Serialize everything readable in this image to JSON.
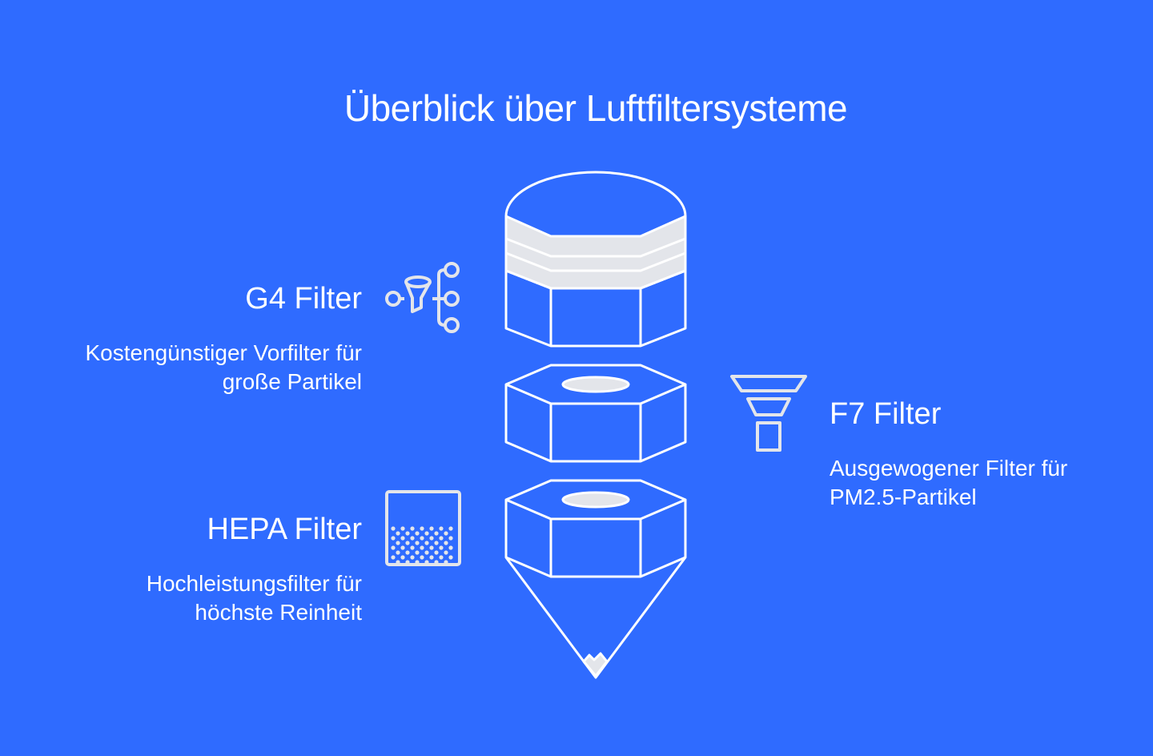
{
  "title": "Überblick über Luftfiltersysteme",
  "filters": [
    {
      "name": "G4 Filter",
      "desc_line1": "Kostengünstiger Vorfilter für",
      "desc_line2": "große Partikel",
      "icon": "branching-funnel-icon"
    },
    {
      "name": "F7 Filter",
      "desc_line1": "Ausgewogener Filter für",
      "desc_line2": "PM2.5-Partikel",
      "icon": "funnel-stack-icon"
    },
    {
      "name": "HEPA Filter",
      "desc_line1": "Hochleistungsfilter für",
      "desc_line2": "höchste Reinheit",
      "icon": "particle-box-icon"
    }
  ],
  "colors": {
    "background": "#2f6bff",
    "stroke": "#ffffff",
    "fill": "#e3e5ea"
  }
}
